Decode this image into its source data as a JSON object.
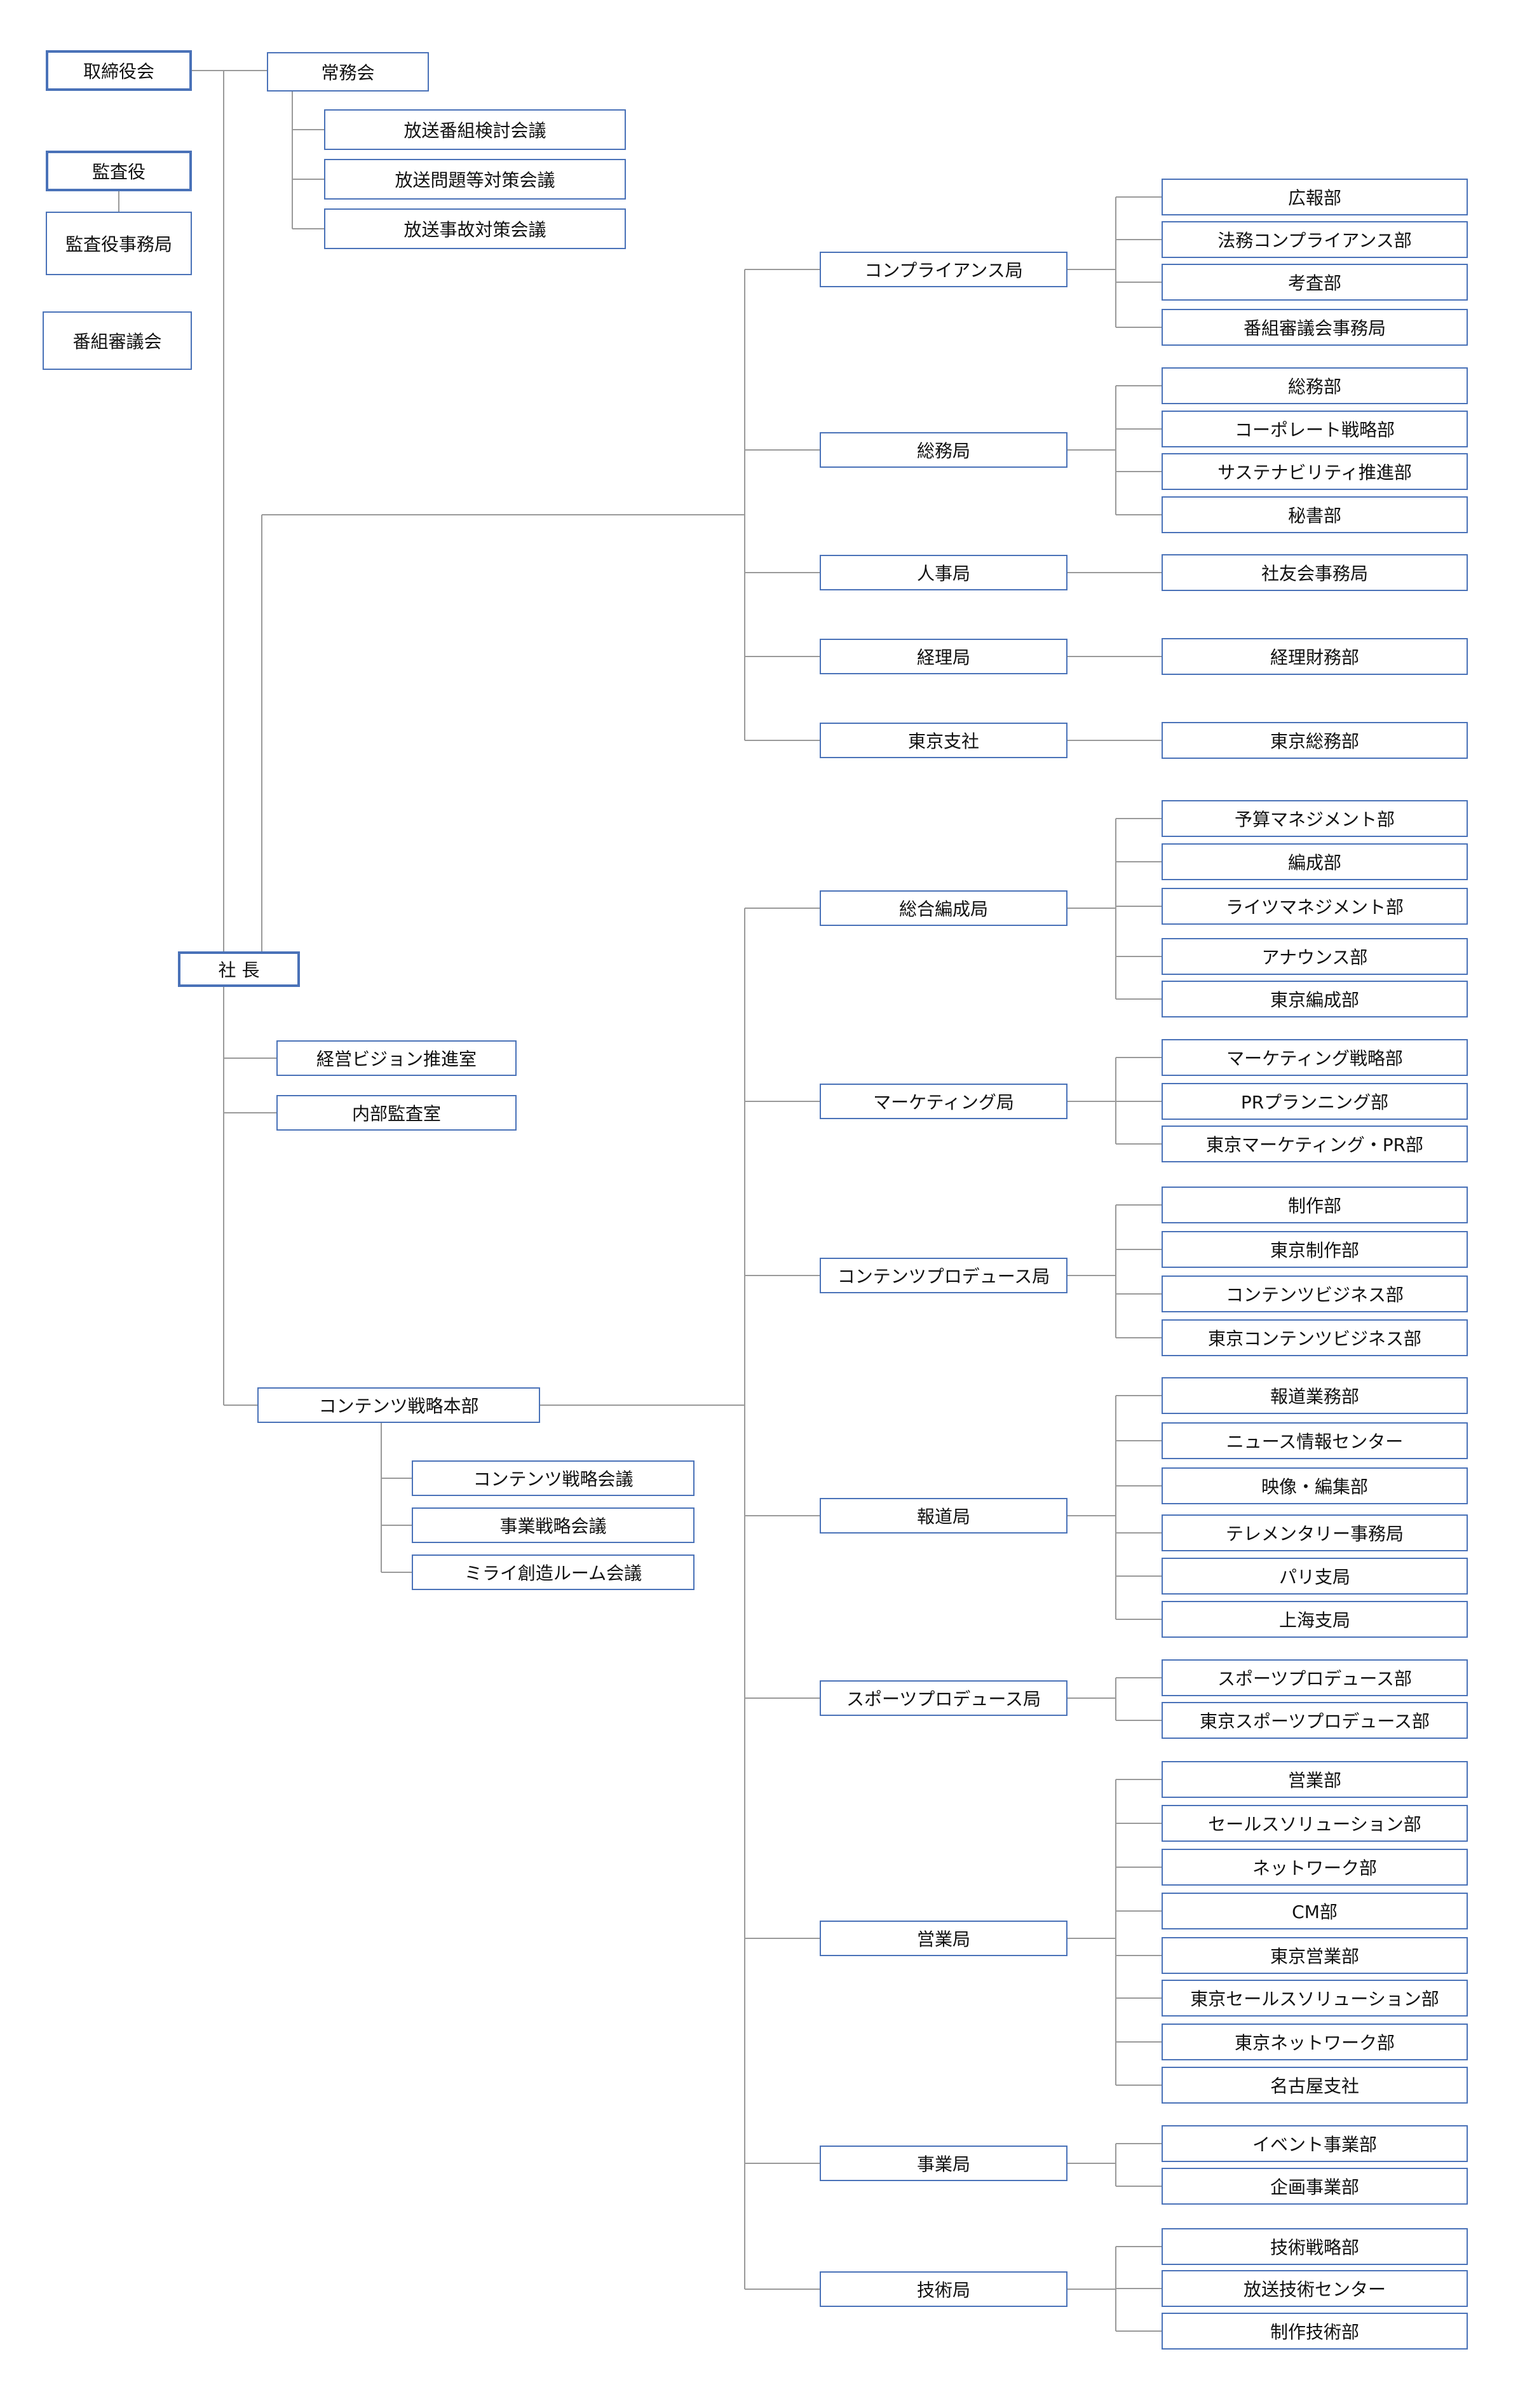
{
  "colors": {
    "border": "#4a72b8",
    "line": "#9a9a9a"
  },
  "org": {
    "board": "取締役会",
    "executive_council": "常務会",
    "executive_meetings": [
      "放送番組検討会議",
      "放送問題等対策会議",
      "放送事故対策会議"
    ],
    "auditor": "監査役",
    "auditor_office": "監査役事務局",
    "program_council": "番組審議会",
    "president": "社 長",
    "president_staff": [
      "経営ビジョン推進室",
      "内部監査室"
    ],
    "content_hq": "コンテンツ戦略本部",
    "content_hq_meetings": [
      "コンテンツ戦略会議",
      "事業戦略会議",
      "ミライ創造ルーム会議"
    ],
    "bureaus_top": [
      {
        "name": "コンプライアンス局",
        "depts": [
          "広報部",
          "法務コンプライアンス部",
          "考査部",
          "番組審議会事務局"
        ]
      },
      {
        "name": "総務局",
        "depts": [
          "総務部",
          "コーポレート戦略部",
          "サステナビリティ推進部",
          "秘書部"
        ]
      },
      {
        "name": "人事局",
        "depts": [
          "社友会事務局"
        ]
      },
      {
        "name": "経理局",
        "depts": [
          "経理財務部"
        ]
      },
      {
        "name": "東京支社",
        "depts": [
          "東京総務部"
        ]
      }
    ],
    "bureaus_content": [
      {
        "name": "総合編成局",
        "depts": [
          "予算マネジメント部",
          "編成部",
          "ライツマネジメント部",
          "アナウンス部",
          "東京編成部"
        ]
      },
      {
        "name": "マーケティング局",
        "depts": [
          "マーケティング戦略部",
          "PRプランニング部",
          "東京マーケティング・PR部"
        ]
      },
      {
        "name": "コンテンツプロデュース局",
        "depts": [
          "制作部",
          "東京制作部",
          "コンテンツビジネス部",
          "東京コンテンツビジネス部"
        ]
      },
      {
        "name": "報道局",
        "depts": [
          "報道業務部",
          "ニュース情報センター",
          "映像・編集部",
          "テレメンタリー事務局",
          "パリ支局",
          "上海支局"
        ]
      },
      {
        "name": "スポーツプロデュース局",
        "depts": [
          "スポーツプロデュース部",
          "東京スポーツプロデュース部"
        ]
      },
      {
        "name": "営業局",
        "depts": [
          "営業部",
          "セールスソリューション部",
          "ネットワーク部",
          "CM部",
          "東京営業部",
          "東京セールスソリューション部",
          "東京ネットワーク部",
          "名古屋支社"
        ]
      },
      {
        "name": "事業局",
        "depts": [
          "イベント事業部",
          "企画事業部"
        ]
      },
      {
        "name": "技術局",
        "depts": [
          "技術戦略部",
          "放送技術センター",
          "制作技術部"
        ]
      }
    ]
  }
}
